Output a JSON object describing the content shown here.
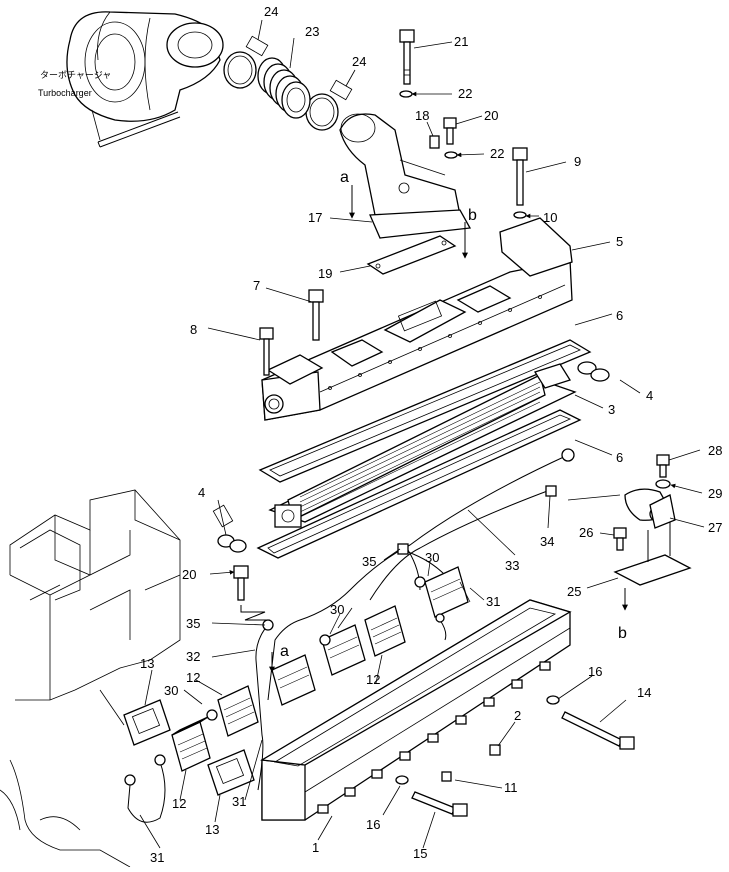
{
  "turbocharger": {
    "label_jp": "ターボチャージャ",
    "label_en": "Turbocharger"
  },
  "refs": {
    "a_top": "a",
    "b_top": "b",
    "a_bottom": "a",
    "b_bottom": "b"
  },
  "callouts": {
    "c1": "1",
    "c2": "2",
    "c3": "3",
    "c4a": "4",
    "c4b": "4",
    "c5": "5",
    "c6a": "6",
    "c6b": "6",
    "c7": "7",
    "c8": "8",
    "c9": "9",
    "c10": "10",
    "c11": "11",
    "c12a": "12",
    "c12b": "12",
    "c12c": "12",
    "c13a": "13",
    "c13b": "13",
    "c14": "14",
    "c15": "15",
    "c16a": "16",
    "c16b": "16",
    "c17": "17",
    "c18": "18",
    "c19": "19",
    "c20a": "20",
    "c20b": "20",
    "c21": "21",
    "c22a": "22",
    "c22b": "22",
    "c23": "23",
    "c24a": "24",
    "c24b": "24",
    "c25": "25",
    "c26": "26",
    "c27": "27",
    "c28": "28",
    "c29": "29",
    "c30a": "30",
    "c30b": "30",
    "c30c": "30",
    "c31a": "31",
    "c31b": "31",
    "c31c": "31",
    "c32": "32",
    "c33": "33",
    "c34": "34",
    "c35a": "35",
    "c35b": "35"
  }
}
